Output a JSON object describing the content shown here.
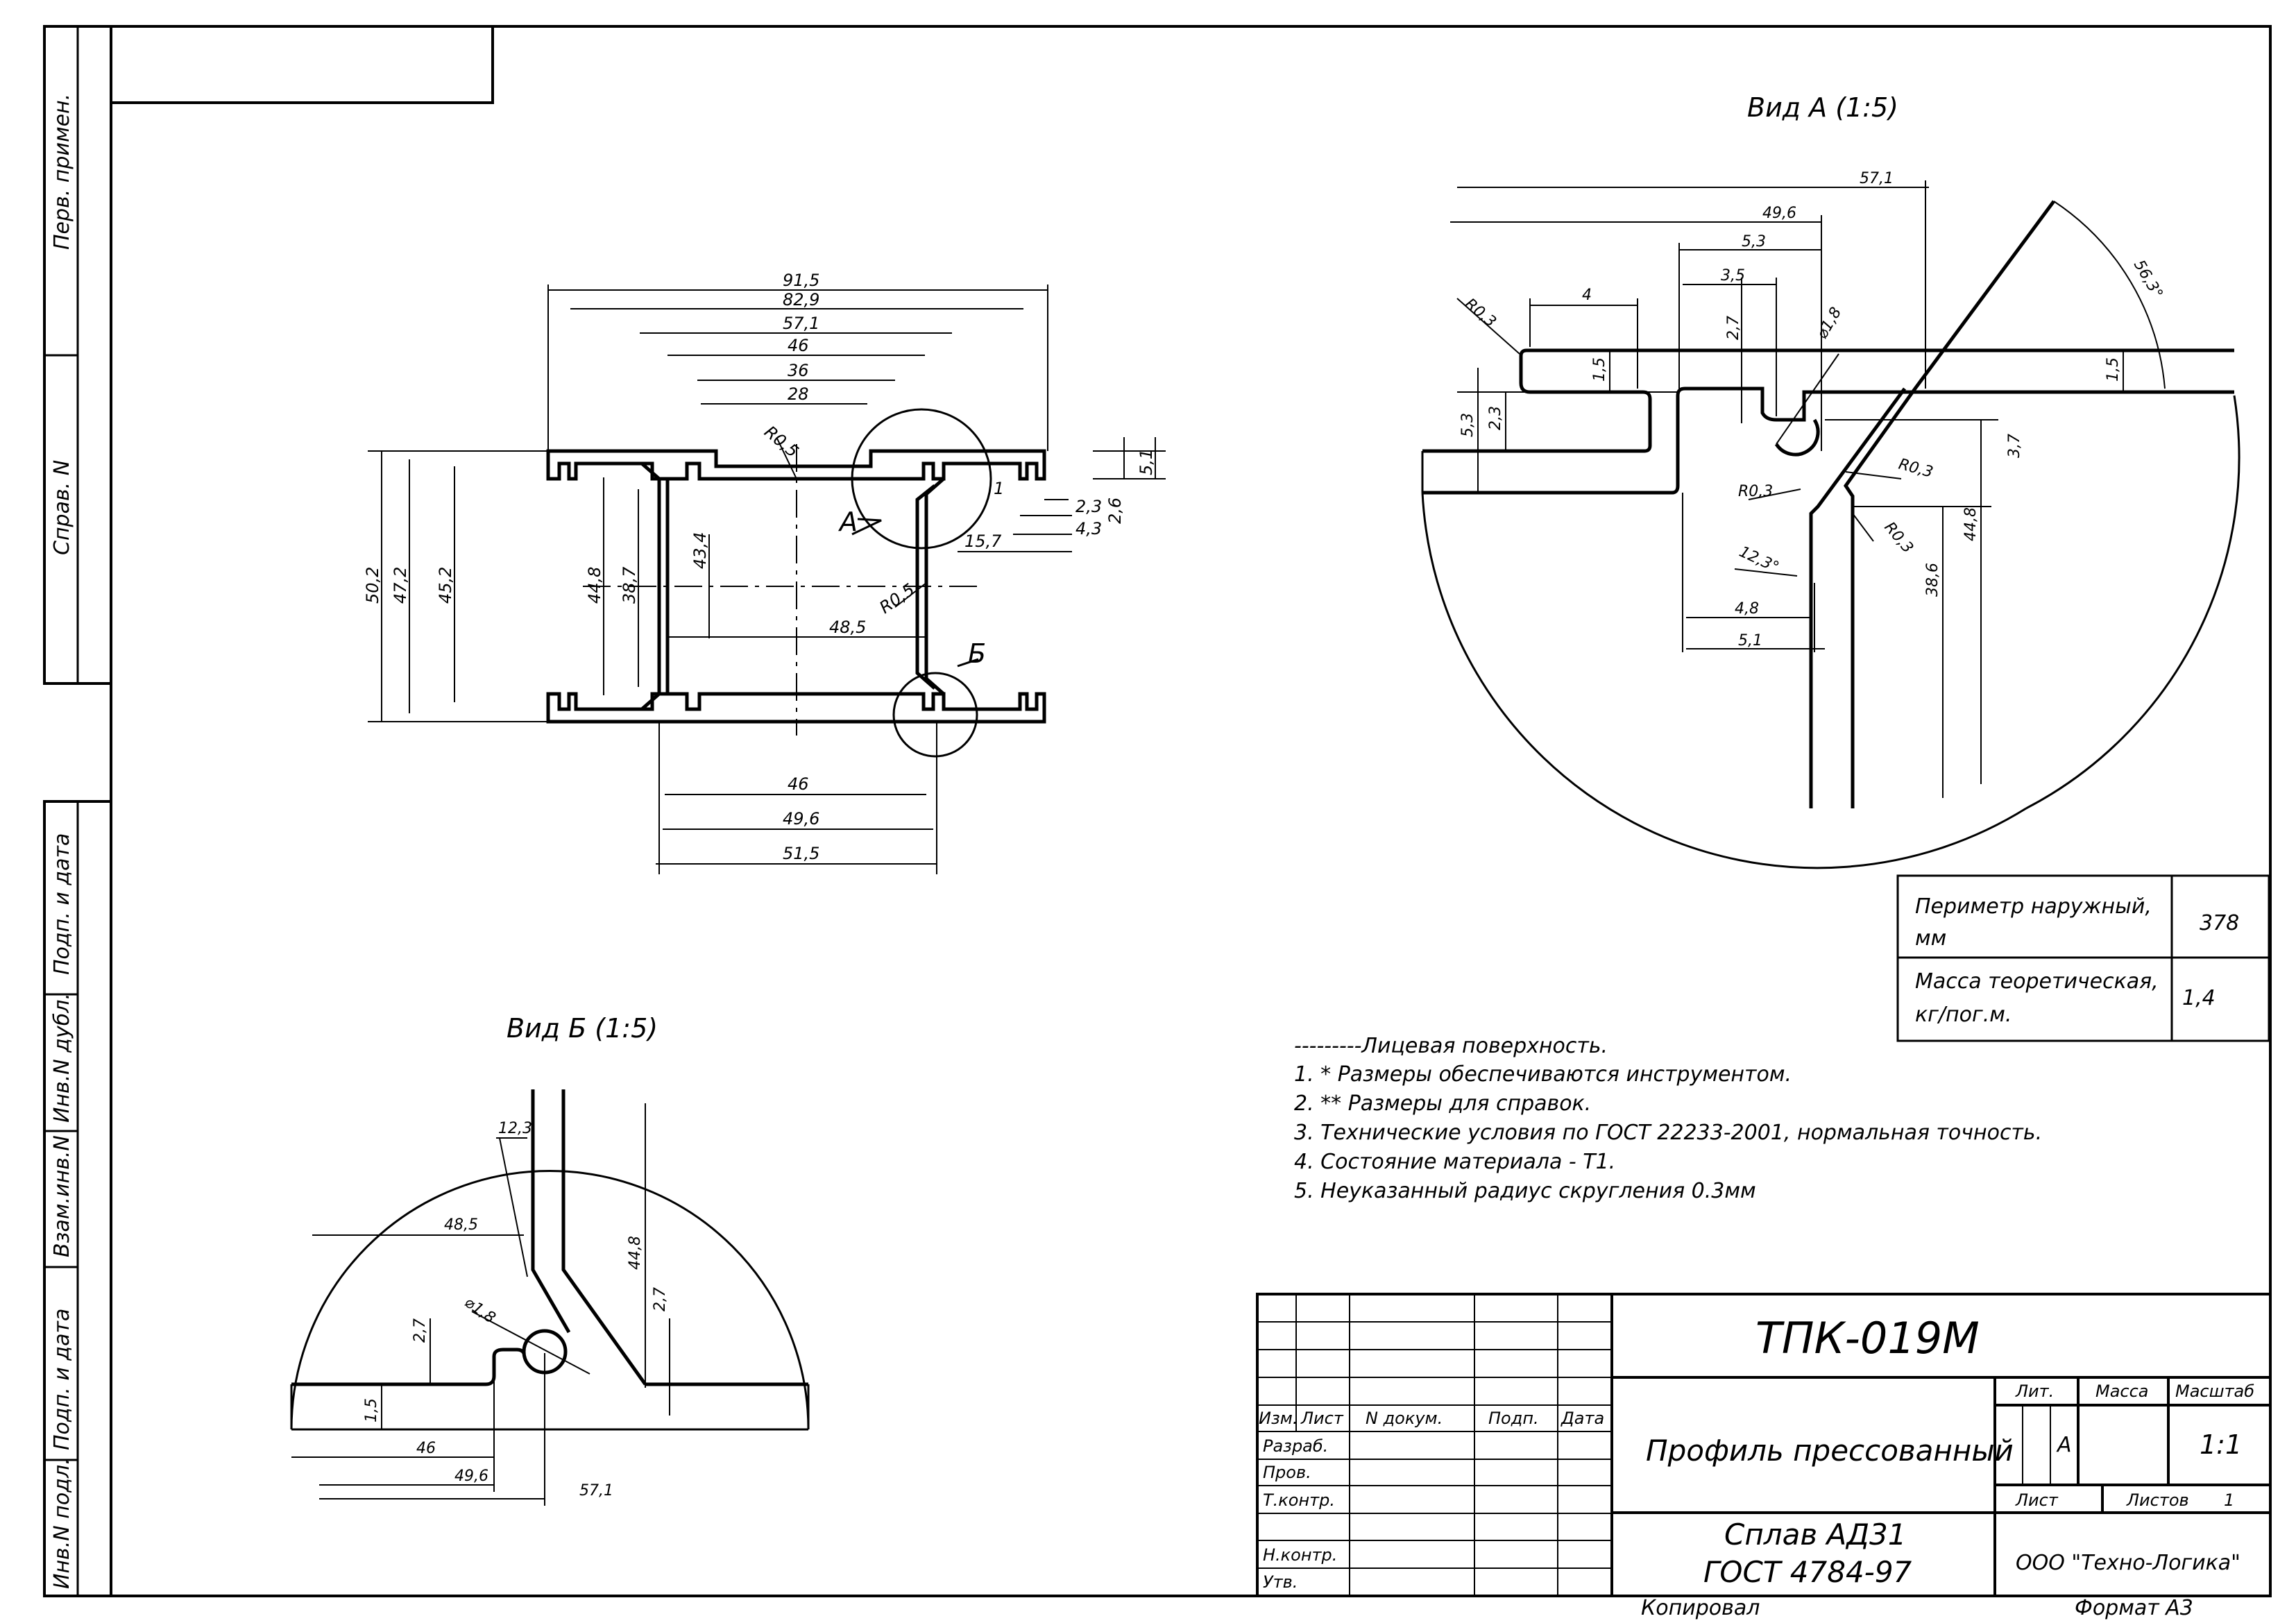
{
  "sheet": {
    "side_stamp": [
      "Перв. примен.",
      "Справ. N",
      "Подп. и дата",
      "Инв.N дубл.",
      "Взам.инв.N",
      "Подп. и дата",
      "Инв.N подл."
    ],
    "bottom_left": "Копировал",
    "bottom_right": "Формат А3"
  },
  "main_view": {
    "callout_a": "А",
    "callout_b": "Б",
    "dims": {
      "w915": "91,5",
      "w829": "82,9",
      "w571": "57,1",
      "w46": "46",
      "w36": "36",
      "w28": "28",
      "r05a": "R0,5",
      "r05b": "R0,5",
      "w485": "48,5",
      "h502": "50,2",
      "h472": "47,2",
      "h452": "45,2",
      "h448": "44,8",
      "h387": "38,7",
      "h434": "43,4",
      "d1": "1",
      "d23": "2,3",
      "d43": "4,3",
      "d157": "15,7",
      "d51": "5,1",
      "d26": "2,6",
      "b46": "46",
      "b496": "49,6",
      "b515": "51,5"
    }
  },
  "view_a": {
    "title": "Вид А (1:5)",
    "dims": {
      "d571": "57,1",
      "d496": "49,6",
      "d53": "5,3",
      "d35": "3,5",
      "d4": "4",
      "d27": "2,7",
      "d18": "⌀1,8",
      "ang": "56,3°",
      "r03a": "R0,3",
      "d15a": "1,5",
      "d15b": "1,5",
      "d53v": "5,3",
      "d23": "2,3",
      "d37": "3,7",
      "r03b": "R0,3",
      "r03c": "R0,3",
      "r03d": "R0,3",
      "d123": "12,3°",
      "d48": "4,8",
      "d51": "5,1",
      "d386": "38,6",
      "d448": "44,8"
    }
  },
  "view_b": {
    "title": "Вид Б (1:5)",
    "dims": {
      "d123": "12,3",
      "d485": "48,5",
      "d448": "44,8",
      "d27a": "2,7",
      "d18": "⌀1,8",
      "d27b": "2,7",
      "d15": "1,5",
      "d46": "46",
      "d496": "49,6",
      "d571": "57,1"
    }
  },
  "props_table": [
    {
      "label_1": "Периметр наружный,",
      "label_2": "мм",
      "value": "378"
    },
    {
      "label_1": "Масса теоретическая,",
      "label_2": "кг/пог.м.",
      "value": "1,4"
    }
  ],
  "notes": [
    "---------Лицевая поверхность.",
    "1. * Размеры обеспечиваются инструментом.",
    "2. ** Размеры для справок.",
    "3. Технические условия по ГОСТ 22233-2001, нормальная точность.",
    "4. Состояние материала - Т1.",
    "5. Неуказанный радиус скругления 0.3мм"
  ],
  "title_block": {
    "designation": "ТПК-019М",
    "name": "Профиль прессованный",
    "material_1": "Сплав АД31",
    "material_2": "ГОСТ 4784-97",
    "company": "ООО \"Техно-Логика\"",
    "col_izm": "Изм.",
    "col_list": "Лист",
    "col_ndok": "N докум.",
    "col_podp": "Подп.",
    "col_data": "Дата",
    "row_razrab": "Разраб.",
    "row_prov": "Пров.",
    "row_tkontr": "Т.контр.",
    "row_nkontr": "Н.контр.",
    "row_utv": "Утв.",
    "h_lit": "Лит.",
    "h_massa": "Масса",
    "h_masshtab": "Масштаб",
    "lit_value": "А",
    "scale_value": "1:1",
    "list_label": "Лист",
    "listov_label": "Листов",
    "listov_value": "1"
  }
}
